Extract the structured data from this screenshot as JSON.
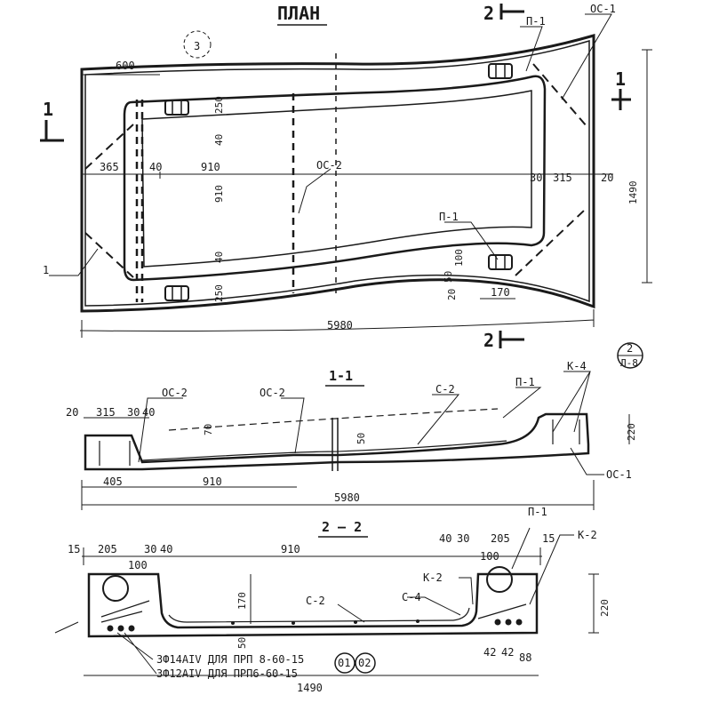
{
  "plan": {
    "title": "ПЛАН",
    "dims": {
      "left_margin": "600",
      "left_end": "365",
      "a40": "40",
      "span910": "910",
      "vert910": "910",
      "v250_top": "250",
      "v40_top": "40",
      "v40_bot": "40",
      "v250_bot": "250",
      "r30": "30",
      "r315": "315",
      "r20": "20",
      "height1490": "1490",
      "d50": "50",
      "d100": "100",
      "d20": "20",
      "d170": "170",
      "total5980": "5980"
    },
    "labels": {
      "p1_top": "П-1",
      "os1": "ОС-1",
      "os2": "ОС-2",
      "p1_bot": "П-1",
      "left_callout": "1",
      "cut1_left": "1",
      "cut1_right": "1",
      "cut2_top": "2",
      "cut2_bottom": "2",
      "circle_ref": "3"
    }
  },
  "section11": {
    "title": "1-1",
    "dims": {
      "d20": "20",
      "d315": "315",
      "d30": "30",
      "d40": "40",
      "d70": "70",
      "d50": "50",
      "d220": "220",
      "d405": "405",
      "d910": "910",
      "total5980": "5980"
    },
    "labels": {
      "os2_a": "ОС-2",
      "os2_b": "ОС-2",
      "s2": "С-2",
      "p1": "П-1",
      "k4": "К-4",
      "os1": "ОС-1",
      "ref_top": "2",
      "ref_bottom": "Л-8"
    }
  },
  "section22": {
    "title": "2 — 2",
    "dims": {
      "d15_l": "15",
      "d205_l": "205",
      "d30_l": "30",
      "d40_l": "40",
      "d100_l": "100",
      "d910": "910",
      "d40_r": "40",
      "d30_r": "30",
      "d205_r": "205",
      "d15_r": "15",
      "d100_r": "100",
      "d170": "170",
      "d220": "220",
      "d50": "50",
      "d42a": "42",
      "d42b": "42",
      "d88": "88",
      "total1490": "1490"
    },
    "labels": {
      "p1": "П-1",
      "k2_a": "К-2",
      "k2_b": "К-2",
      "s2": "С-2",
      "s4": "С-4",
      "note1": "3Ф14АIV ДЛЯ ПРП 8-60-15",
      "note2": "3Ф12АIV ДЛЯ ПРП6-60-15",
      "badge1": "01",
      "badge2": "02"
    }
  }
}
